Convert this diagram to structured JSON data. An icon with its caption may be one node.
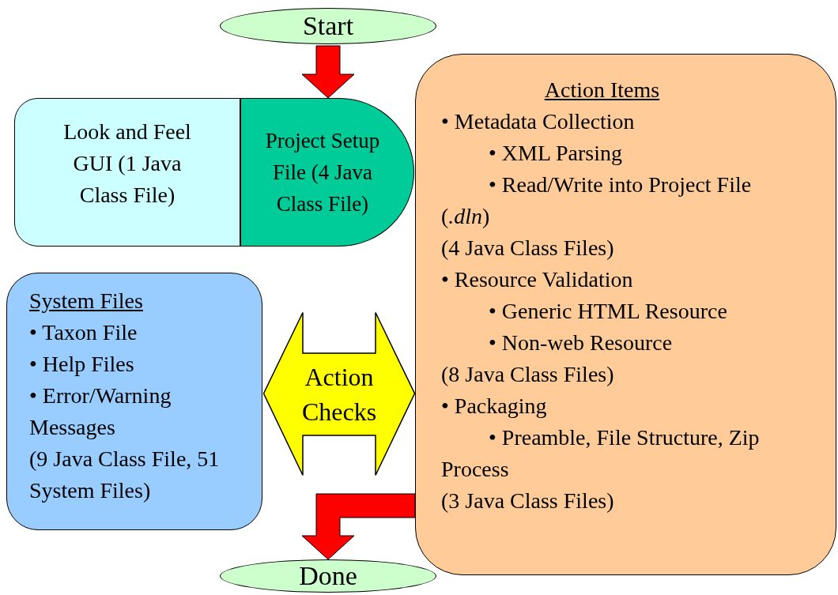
{
  "diagram": {
    "nodes": [
      {
        "text": [
          "Start"
        ]
      },
      {
        "text": [
          "Look and Feel GUI (1 Java Class File)"
        ]
      },
      {
        "text": [
          "Project Setup File (4 Java Class File)"
        ]
      },
      {
        "text": [
          "Action Items",
          "• Metadata Collection",
          "• XML Parsing",
          "• Read/Write into Project File (*.dln*)",
          "(4 Java Class Files)",
          "• Resource Validation",
          "• Generic HTML Resource",
          "• Non-web Resource",
          "(8 Java Class Files)",
          "• Packaging",
          "• Preamble, File Structure, Zip Process",
          "(3 Java Class Files)"
        ]
      },
      {
        "text": [
          "System Files",
          "• Taxon File",
          "• Help Files",
          "• Error/Warning Messages",
          "(9 Java Class File, 51 System Files)"
        ]
      },
      {
        "text": [
          "Action Checks"
        ]
      },
      {
        "text": [
          "Done"
        ]
      }
    ],
    "edges": [
      {
        "from": 0,
        "to": 2,
        "arrow": "to"
      },
      {
        "from": 3,
        "to": 6,
        "arrow": "to"
      }
    ]
  }
}
